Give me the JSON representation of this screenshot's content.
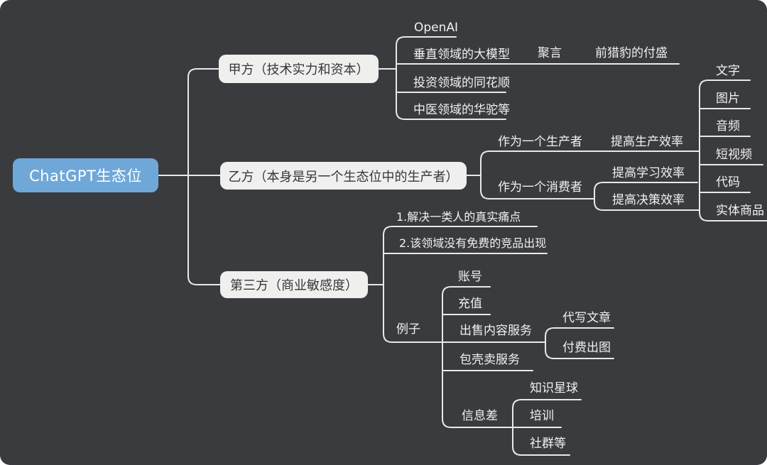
{
  "mindmap": {
    "root": {
      "label": "ChatGPT生态位"
    },
    "branches": [
      {
        "label": "甲方（技术实力和资本）",
        "children": [
          {
            "label": "OpenAI"
          },
          {
            "label": "垂直领域的大模型",
            "children": [
              {
                "label": "聚言",
                "children": [
                  {
                    "label": "前猎豹的付盛"
                  }
                ]
              }
            ]
          },
          {
            "label": "投资领域的同花顺"
          },
          {
            "label": "中医领域的华驼等"
          }
        ]
      },
      {
        "label": "乙方（本身是另一个生态位中的生产者）",
        "children": [
          {
            "label": "作为一个生产者",
            "children": [
              {
                "label": "提高生产效率",
                "children": [
                  {
                    "label": "文字"
                  },
                  {
                    "label": "图片"
                  },
                  {
                    "label": "音频"
                  },
                  {
                    "label": "短视频"
                  },
                  {
                    "label": "代码"
                  },
                  {
                    "label": "实体商品"
                  }
                ]
              }
            ]
          },
          {
            "label": "作为一个消费者",
            "children": [
              {
                "label": "提高学习效率"
              },
              {
                "label": "提高决策效率"
              }
            ]
          }
        ]
      },
      {
        "label": "第三方（商业敏感度）",
        "children": [
          {
            "label": "1.解决一类人的真实痛点"
          },
          {
            "label": "2.该领域没有免费的竞品出现"
          },
          {
            "label": "例子",
            "children": [
              {
                "label": "账号"
              },
              {
                "label": "充值"
              },
              {
                "label": "出售内容服务",
                "children": [
                  {
                    "label": "代写文章"
                  },
                  {
                    "label": "付费出图"
                  }
                ]
              },
              {
                "label": "包壳卖服务"
              },
              {
                "label": "信息差",
                "children": [
                  {
                    "label": "知识星球"
                  },
                  {
                    "label": "培训"
                  },
                  {
                    "label": "社群等"
                  }
                ]
              }
            ]
          }
        ]
      }
    ],
    "colors": {
      "background": "#3a3b3e",
      "root_fill": "#6fa8d8",
      "root_text": "#ffffff",
      "box_fill": "#efefee",
      "box_text": "#35363a",
      "line": "#e9e9e9",
      "node_text": "#f1f1f1"
    }
  }
}
